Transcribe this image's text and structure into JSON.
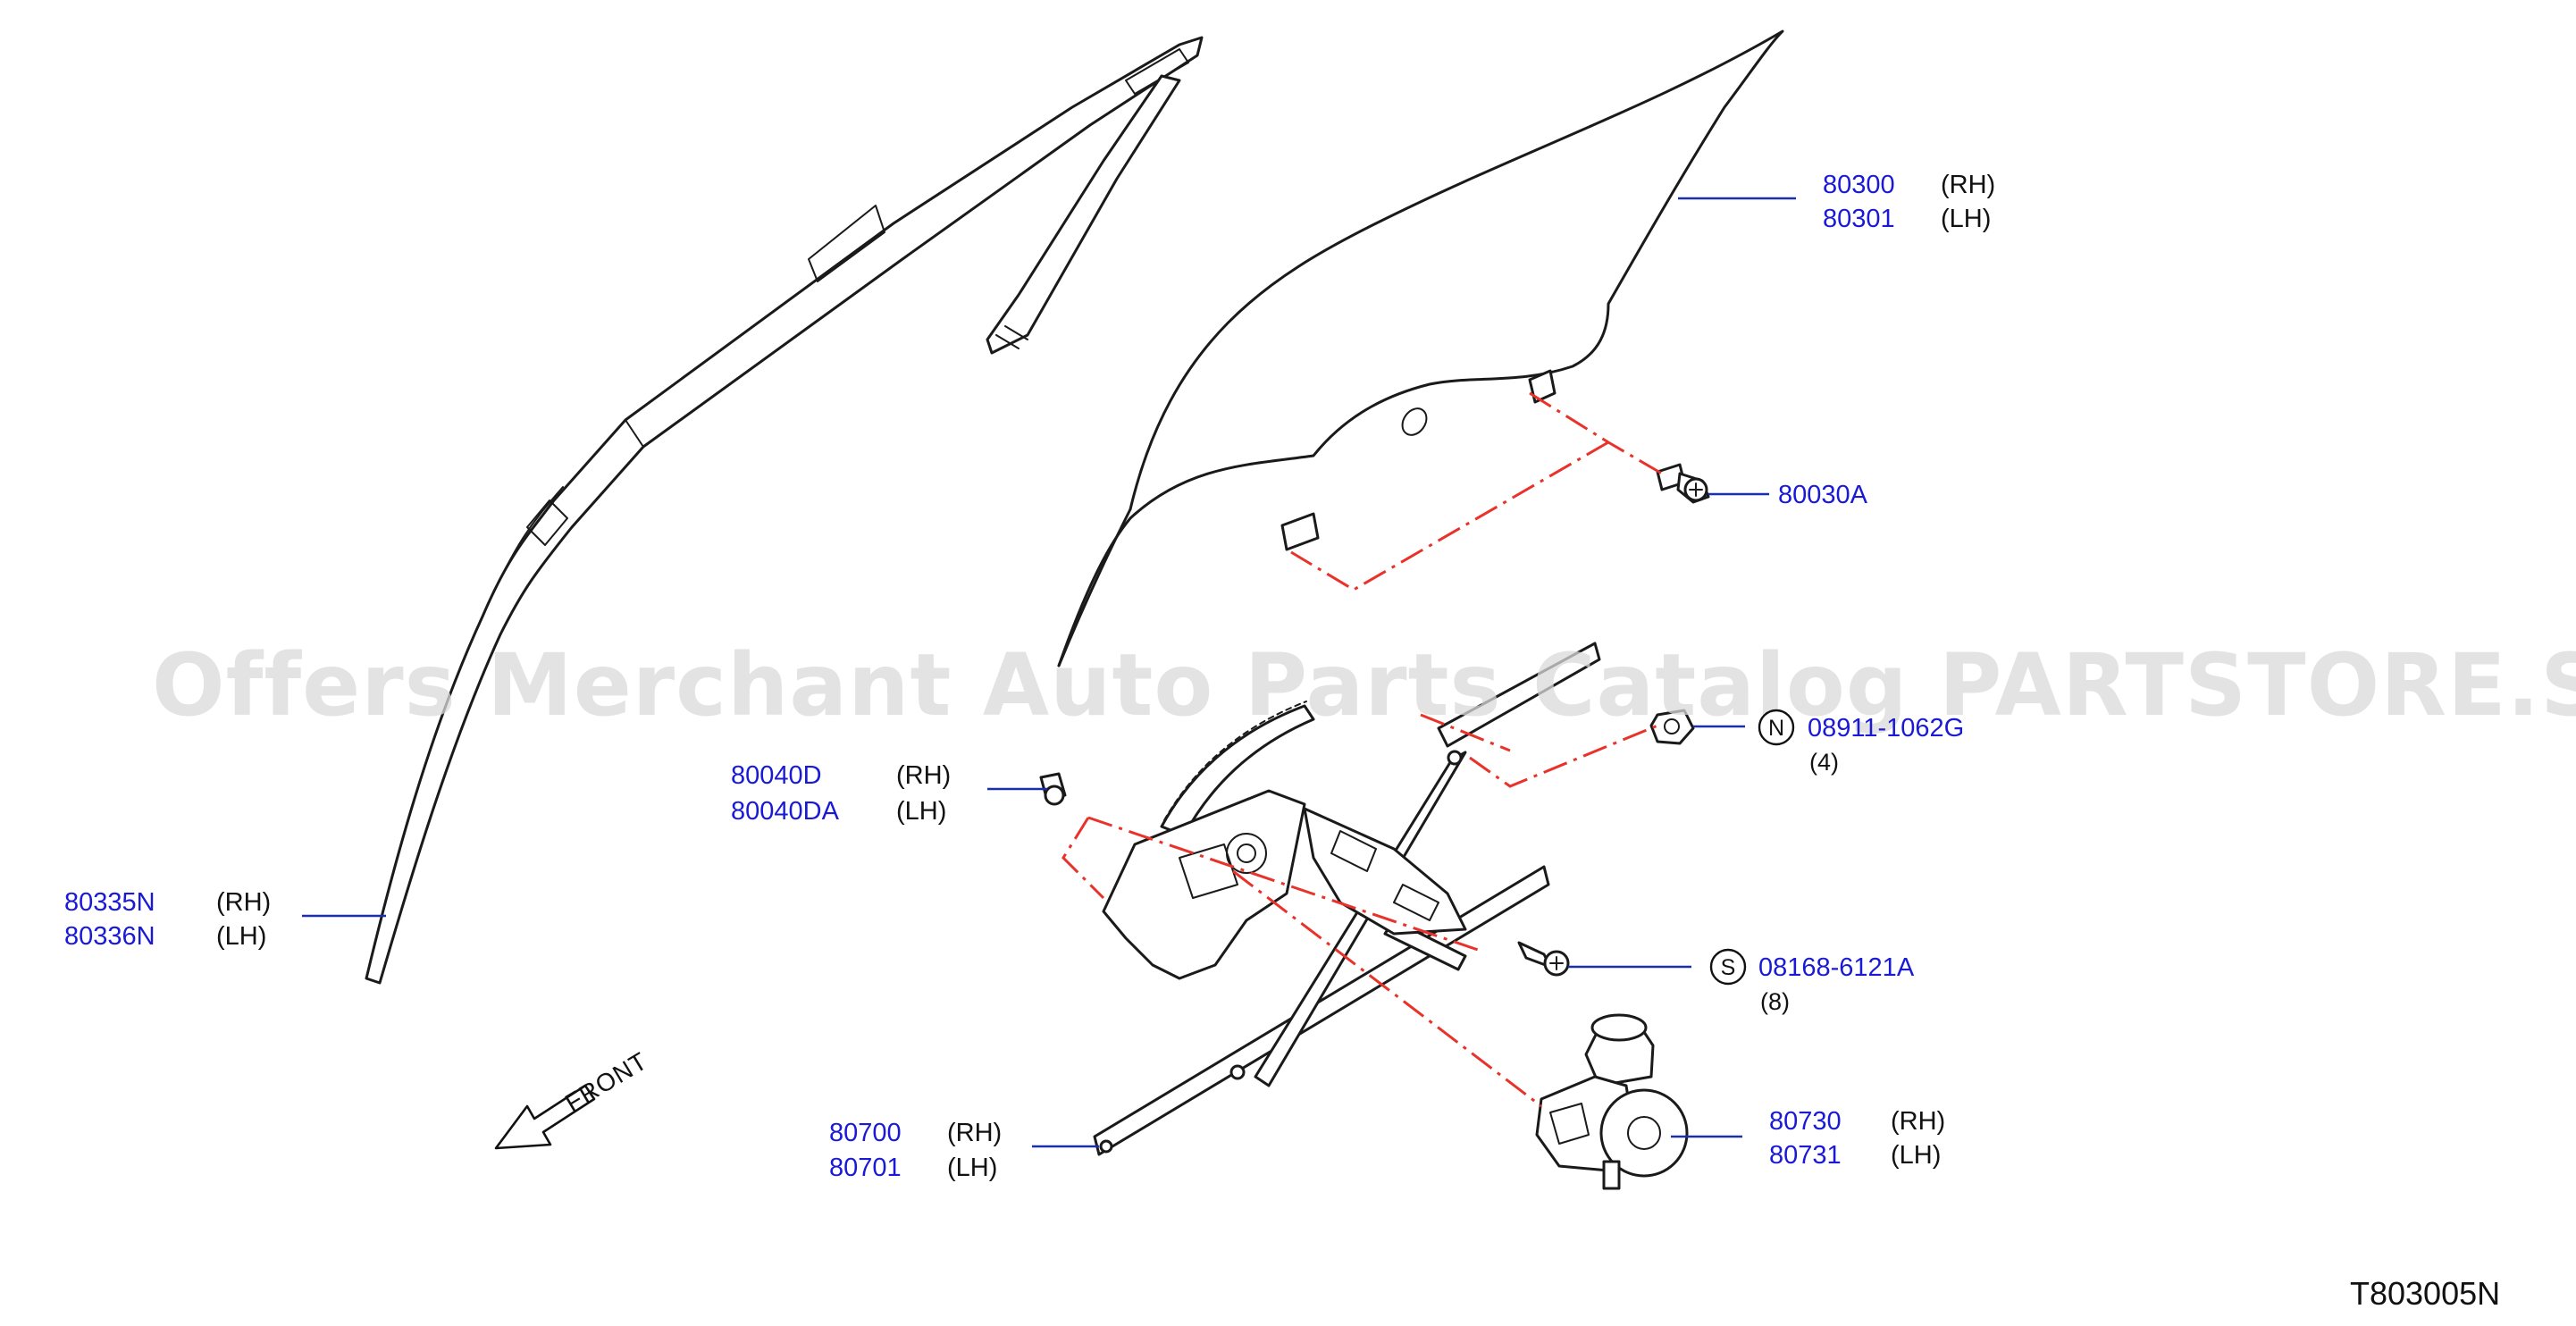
{
  "watermark": "Offers Merchant Auto Parts Catalog PARTSTORE.SA",
  "diagram_code": "T803005N",
  "front_label": "FRONT",
  "colors": {
    "part_number": "#1a1ad6",
    "leader_line": "#1a2fa8",
    "assembly_line": "#e8322a",
    "watermark": "#d9d9d9"
  },
  "callouts": {
    "glass": {
      "rh": "80300",
      "rh_side": "(RH)",
      "lh": "80301",
      "lh_side": "(LH)"
    },
    "glass_bolt": {
      "number": "80030A"
    },
    "run_channel": {
      "rh": "80335N",
      "rh_side": "(RH)",
      "lh": "80336N",
      "lh_side": "(LH)"
    },
    "regulator_bolt": {
      "rh": "80040D",
      "rh_side": "(RH)",
      "lh": "80040DA",
      "lh_side": "(LH)"
    },
    "nut": {
      "symbol": "N",
      "number": "08911-1062G",
      "qty": "(4)"
    },
    "screw": {
      "symbol": "S",
      "number": "08168-6121A",
      "qty": "(8)"
    },
    "regulator": {
      "rh": "80700",
      "rh_side": "(RH)",
      "lh": "80701",
      "lh_side": "(LH)"
    },
    "motor": {
      "rh": "80730",
      "rh_side": "(RH)",
      "lh": "80731",
      "lh_side": "(LH)"
    }
  }
}
